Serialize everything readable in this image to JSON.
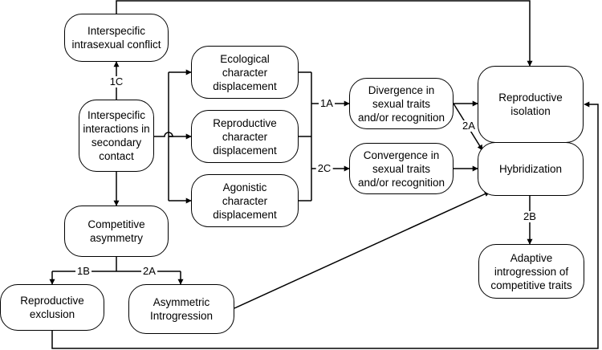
{
  "nodes": {
    "conflict": "Interspecific\nintrasexual conflict",
    "interactions": "Interspecific\ninteractions in\nsecondary\ncontact",
    "ecological": "Ecological\ncharacter\ndisplacement",
    "reproductive_cd": "Reproductive\ncharacter\ndisplacement",
    "agonistic": "Agonistic\ncharacter\ndisplacement",
    "divergence": "Divergence in\nsexual traits\nand/or recognition",
    "convergence": "Convergence in\nsexual traits\nand/or recognition",
    "isolation": "Reproductive\nisolation",
    "hybridization": "Hybridization",
    "adaptive": "Adaptive\nintrogression of\ncompetitive traits",
    "asymmetry": "Competitive\nasymmetry",
    "exclusion": "Reproductive\nexclusion",
    "introgression": "Asymmetric\nIntrogression"
  },
  "edge_labels": {
    "c1": "1C",
    "a1": "1A",
    "c2": "2C",
    "a2_right": "2A",
    "b2": "2B",
    "b1": "1B",
    "a2_bottom": "2A"
  }
}
